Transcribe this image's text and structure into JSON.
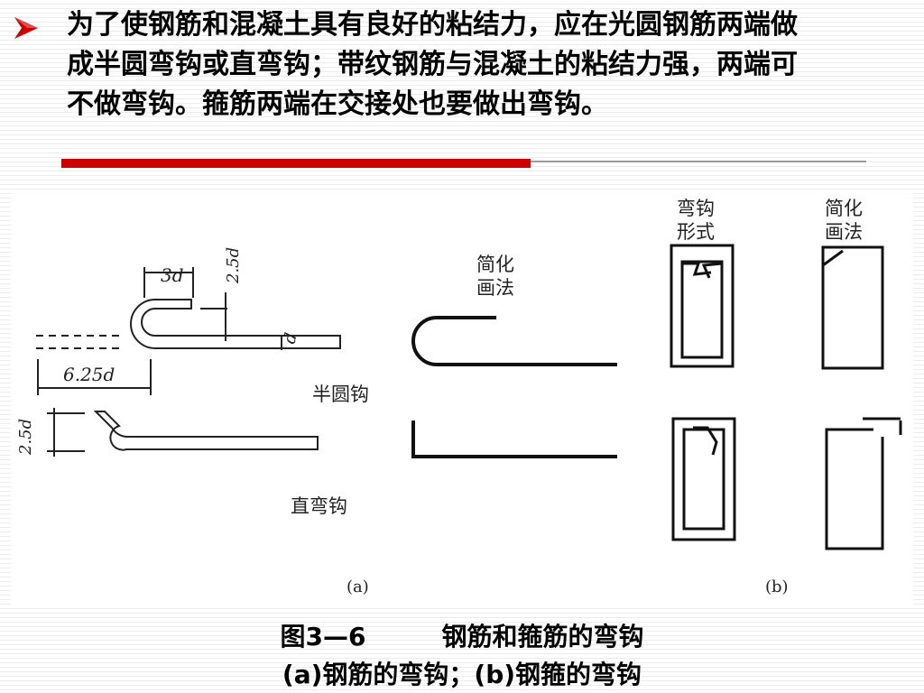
{
  "slide": {
    "bullet_text": "为了使钢筋和混凝土具有良好的粘结力，应在光圆钢筋两端做成半圆弯钩或直弯钩；带纹钢筋与混凝土的粘结力强，两端可不做弯钩。箍筋两端在交接处也要做出弯钩。",
    "accent_color": "#cc0000",
    "bullet_icon": "arrow-bullet-icon"
  },
  "figure": {
    "labels": {
      "dim_3d": "3d",
      "dim_2_5d_top": "2.5d",
      "dim_d": "d",
      "dim_6_25d": "6.25d",
      "dim_2_5d_left": "2.5d",
      "half_round_hook": "半圆钩",
      "straight_hook": "直弯钩",
      "simplified_a_1": "简化",
      "simplified_a_2": "画法",
      "hook_form_1": "弯钩",
      "hook_form_2": "形式",
      "simplified_b_1": "简化",
      "simplified_b_2": "画法",
      "sub_a": "(a)",
      "sub_b": "(b)"
    }
  },
  "caption": {
    "line1": "图3—6　　　钢筋和箍筋的弯钩",
    "line2": "(a)钢筋的弯钩；(b)钢箍的弯钩"
  }
}
